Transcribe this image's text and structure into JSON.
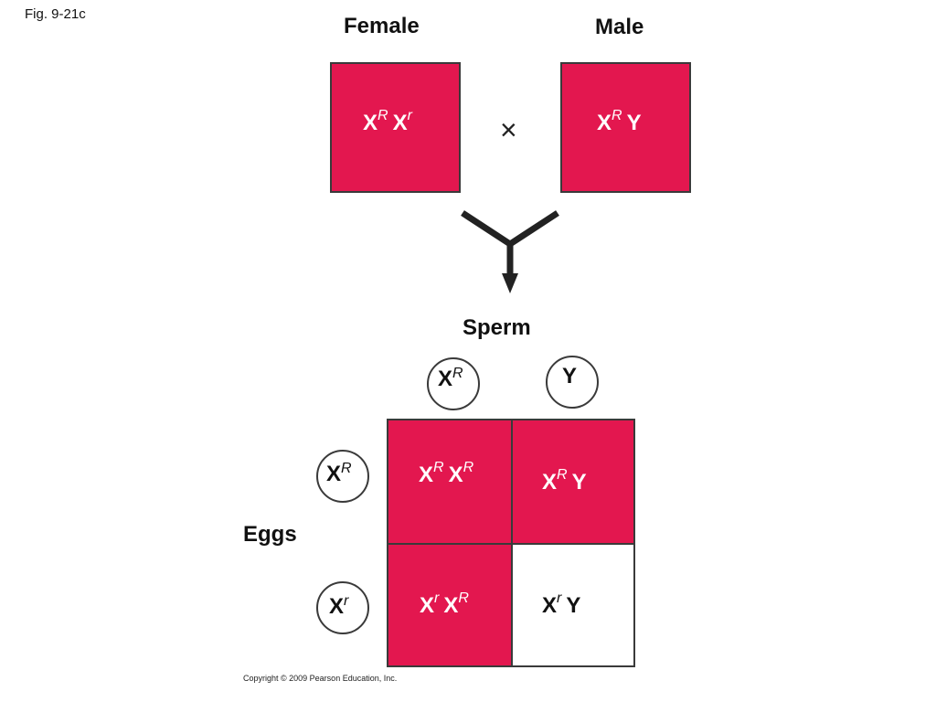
{
  "figure_label": "Fig. 9-21c",
  "parents": {
    "female": {
      "title": "Female",
      "genotype": [
        {
          "base": "X",
          "sup": "R"
        },
        {
          "base": "X",
          "sup": "r"
        }
      ]
    },
    "cross_symbol": "×",
    "male": {
      "title": "Male",
      "genotype": [
        {
          "base": "X",
          "sup": "R"
        },
        {
          "base": "Y",
          "sup": ""
        }
      ]
    }
  },
  "sperm": {
    "title": "Sperm",
    "gametes": [
      {
        "base": "X",
        "sup": "R"
      },
      {
        "base": "Y",
        "sup": ""
      }
    ]
  },
  "eggs": {
    "title": "Eggs",
    "gametes": [
      {
        "base": "X",
        "sup": "R"
      },
      {
        "base": "X",
        "sup": "r"
      }
    ]
  },
  "punnett": {
    "cells": [
      {
        "genotype": [
          {
            "base": "X",
            "sup": "R"
          },
          {
            "base": "X",
            "sup": "R"
          }
        ],
        "fill": "red"
      },
      {
        "genotype": [
          {
            "base": "X",
            "sup": "R"
          },
          {
            "base": "Y",
            "sup": ""
          }
        ],
        "fill": "red"
      },
      {
        "genotype": [
          {
            "base": "X",
            "sup": "r"
          },
          {
            "base": "X",
            "sup": "R"
          }
        ],
        "fill": "red"
      },
      {
        "genotype": [
          {
            "base": "X",
            "sup": "r"
          },
          {
            "base": "Y",
            "sup": ""
          }
        ],
        "fill": "white"
      }
    ]
  },
  "colors": {
    "red_eye": "#e3174f",
    "white_eye": "#ffffff",
    "outline": "#3a3a3a"
  },
  "copyright": "Copyright © 2009 Pearson Education, Inc."
}
